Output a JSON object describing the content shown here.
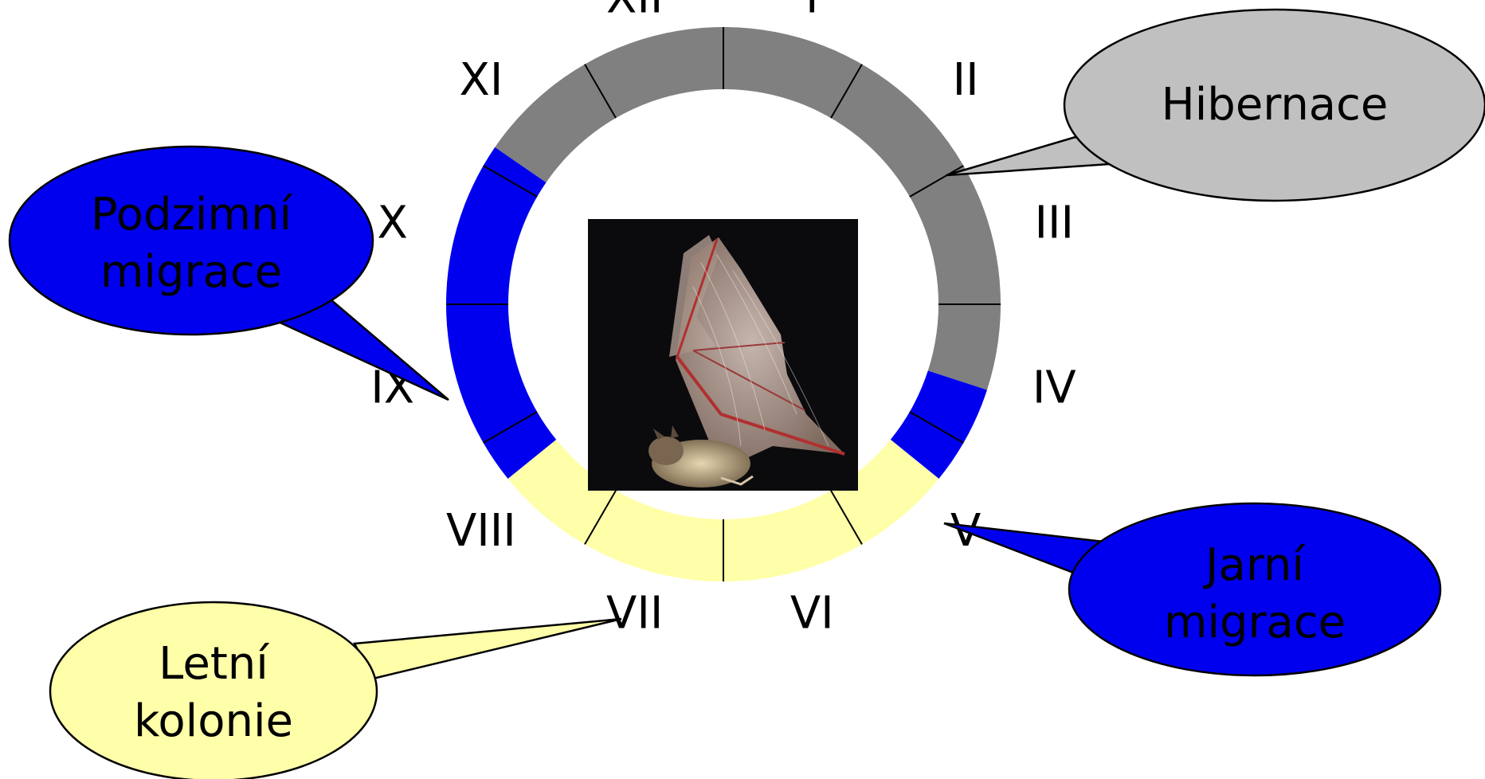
{
  "months": [
    "I",
    "II",
    "III",
    "IV",
    "V",
    "VI",
    "VII",
    "VIII",
    "IX",
    "X",
    "XI",
    "XII"
  ],
  "phases": [
    {
      "key": "hibernation",
      "color": "#808080",
      "start_month": 10.15,
      "end_month": 3.6
    },
    {
      "key": "spring",
      "color": "#0000ee",
      "start_month": 3.6,
      "end_month": 4.3
    },
    {
      "key": "summer",
      "color": "#ffffaa",
      "start_month": 4.3,
      "end_month": 7.7
    },
    {
      "key": "autumn",
      "color": "#0000ee",
      "start_month": 7.7,
      "end_month": 10.15
    }
  ],
  "callouts": {
    "hibernation": {
      "lines": [
        "Hibernace"
      ],
      "fill": "#c0c0c0",
      "text_color": "#000000"
    },
    "spring": {
      "lines": [
        "Jarní",
        "migrace"
      ],
      "fill": "#0000ee",
      "text_color": "#000000"
    },
    "summer": {
      "lines": [
        "Letní",
        "kolonie"
      ],
      "fill": "#ffffaa",
      "text_color": "#000000"
    },
    "autumn": {
      "lines": [
        "Podzimní",
        "migrace"
      ],
      "fill": "#0000ee",
      "text_color": "#000000"
    }
  },
  "center_image": {
    "subject": "bat-in-flight-photo"
  },
  "colors": {
    "ring_outline": "#000000",
    "background": "#ffffff"
  }
}
